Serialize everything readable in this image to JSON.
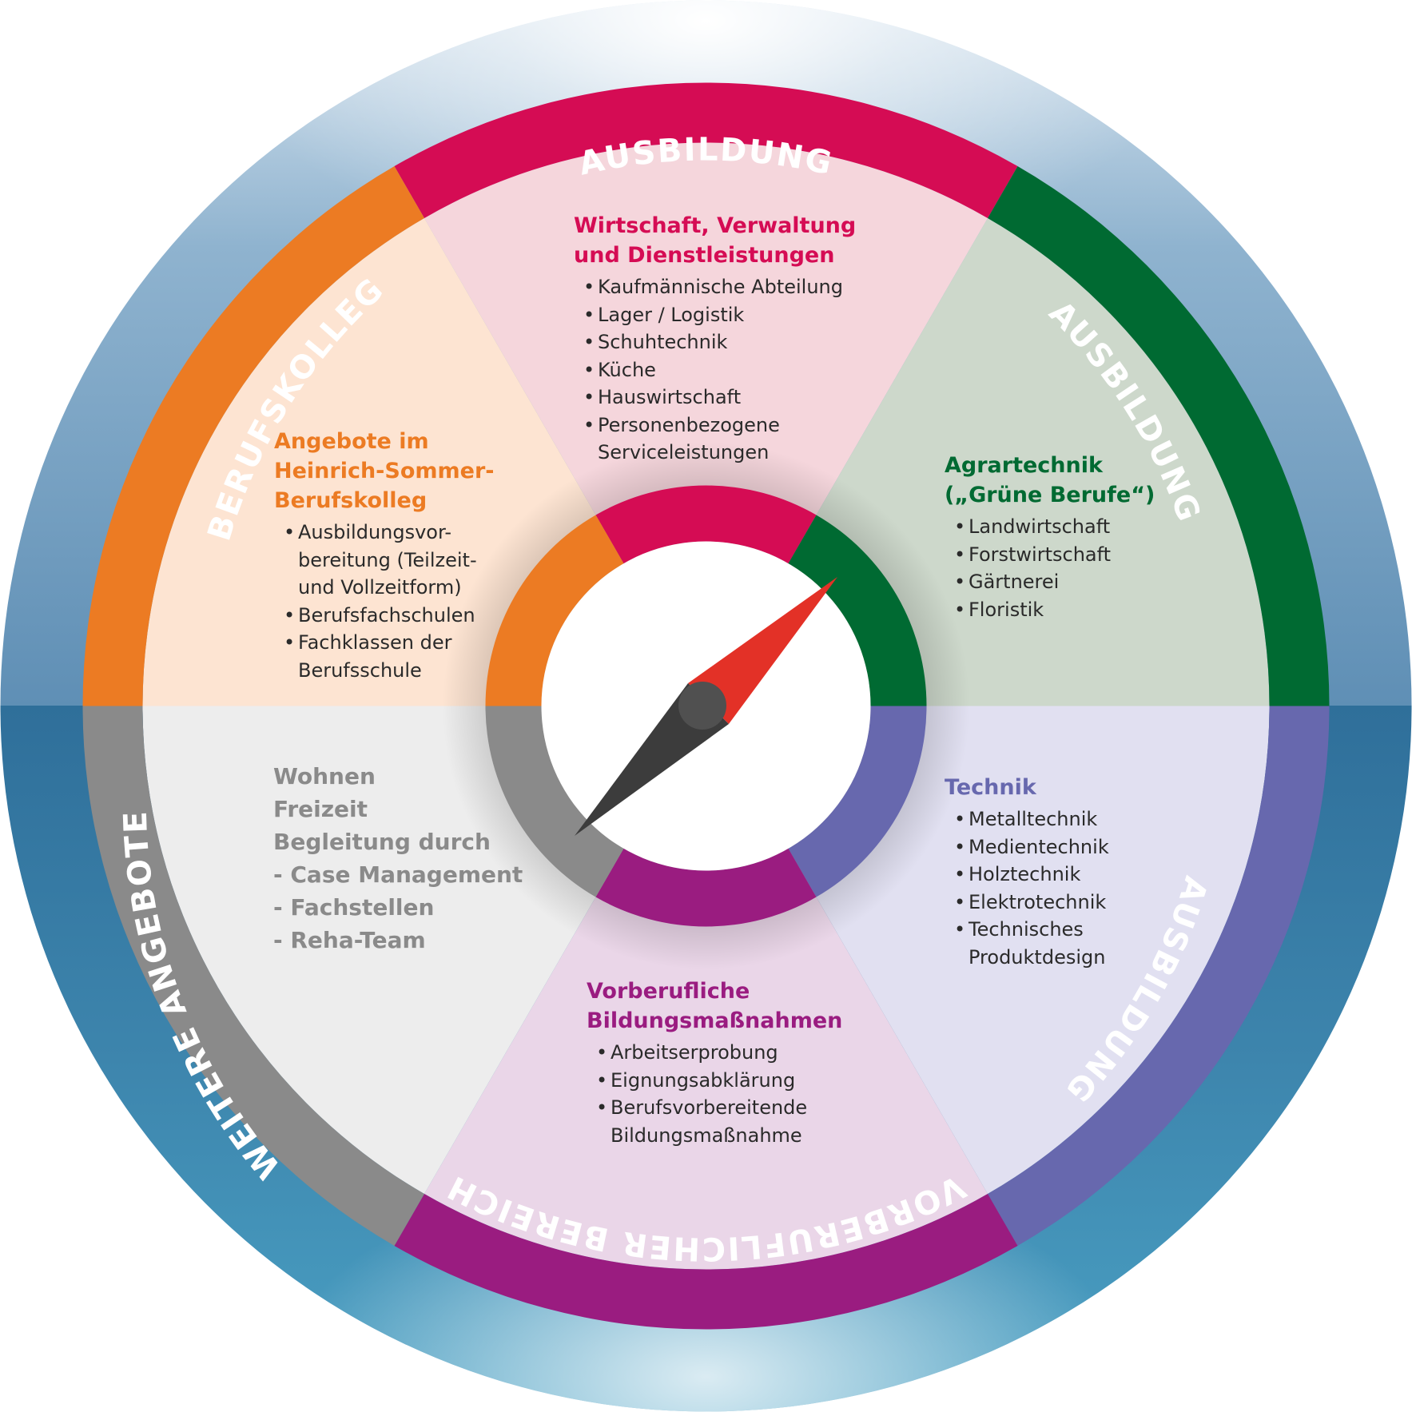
{
  "ring_labels": {
    "top": "AUSBILDUNG",
    "upper_right": "AUSBILDUNG",
    "lower_right": "AUSBILDUNG",
    "bottom": "VORBERUFLICHER BEREICH",
    "lower_left": "WEITERE ANGEBOTE",
    "upper_left": "BERUFSKOLLEG"
  },
  "segments": {
    "wirtschaft": {
      "heading": [
        "Wirtschaft, Verwaltung",
        "und Dienstleistungen"
      ],
      "items": [
        "Kaufmännische Abteilung",
        "Lager / Logistik",
        "Schuhtechnik",
        "Küche",
        "Hauswirtschaft",
        "Personenbezogene\nServiceleistungen"
      ]
    },
    "agrartechnik": {
      "heading": [
        "Agrartechnik",
        "(„Grüne Berufe“)"
      ],
      "items": [
        "Landwirtschaft",
        "Forstwirtschaft",
        "Gärtnerei",
        "Floristik"
      ]
    },
    "technik": {
      "heading": [
        "Technik"
      ],
      "items": [
        "Metalltechnik",
        "Medientechnik",
        "Holztechnik",
        "Elektrotechnik",
        "Technisches\nProduktdesign"
      ]
    },
    "vorberuflich": {
      "heading": [
        "Vorberufliche",
        "Bildungsmaßnahmen"
      ],
      "items": [
        "Arbeitserprobung",
        "Eignungsabklärung",
        "Berufsvorbereitende\nBildungsmaßnahme"
      ]
    },
    "weitere": {
      "heading": [
        "Wohnen",
        "Freizeit",
        "Begleitung durch",
        "- Case Management",
        "- Fachstellen",
        "- Reha-Team"
      ],
      "items": []
    },
    "berufskolleg": {
      "heading": [
        "Angebote im",
        "Heinrich-Sommer-",
        "Berufskolleg"
      ],
      "items": [
        "Ausbildungsvor-\nbereitung (Teilzeit-\nund Vollzeitform)",
        "Berufsfachschulen",
        "Fachklassen der\nBerufsschule"
      ]
    }
  },
  "colors": {
    "ausbildung_wirtschaft": "#d50c54",
    "ausbildung_agrar": "#006a32",
    "ausbildung_technik": "#6768ae",
    "vorberuflich": "#9a1c80",
    "weitere": "#8a8a8a",
    "berufskolleg": "#ec7b23",
    "compass_red": "#e33127",
    "compass_dark": "#3c3c3c"
  },
  "icons": {
    "compass": "compass-needle-icon"
  }
}
